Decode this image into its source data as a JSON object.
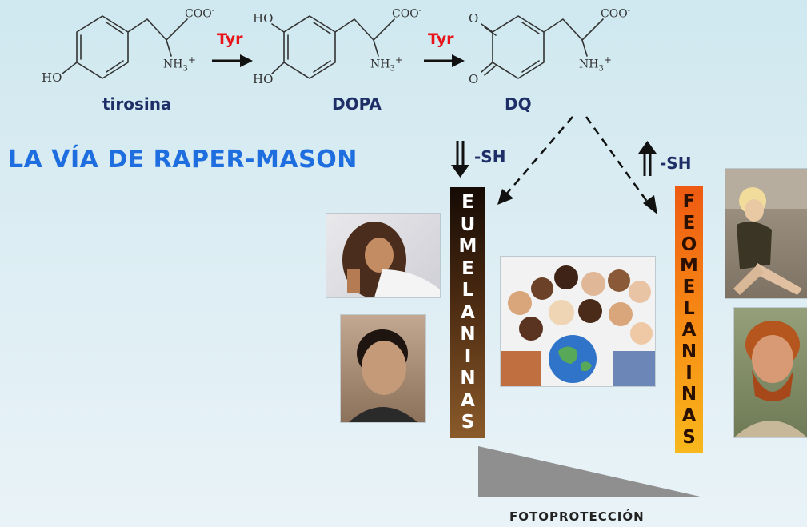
{
  "compounds": {
    "tirosina": {
      "name": "tirosina",
      "ho": "HO",
      "coo": "COO",
      "charge_minus": "-",
      "nh": "NH",
      "sub3": "3",
      "plus": "+"
    },
    "dopa": {
      "name": "DOPA",
      "ho_top": "HO",
      "ho_bottom": "HO",
      "coo": "COO",
      "charge_minus": "-",
      "nh": "NH",
      "sub3": "3",
      "plus": "+"
    },
    "dq": {
      "name": "DQ",
      "o_top": "O",
      "o_bottom": "O",
      "coo": "COO",
      "charge_minus": "-",
      "nh": "NH",
      "sub3": "3",
      "plus": "+"
    }
  },
  "enzymes": {
    "step1": "Tyr",
    "step2": "Tyr"
  },
  "pathway_title": "LA VÍA DE RAPER-MASON",
  "branches": {
    "eumelanin_sh": "-SH",
    "pheomelanin_sh": "-SH"
  },
  "eumelaninas": [
    "E",
    "U",
    "M",
    "E",
    "L",
    "A",
    "N",
    "I",
    "N",
    "A",
    "S"
  ],
  "feomelaninas": [
    "F",
    "E",
    "O",
    "M",
    "E",
    "L",
    "A",
    "N",
    "I",
    "N",
    "A",
    "S"
  ],
  "fotoproteccion": "FOTOPROTECCIÓN",
  "colors": {
    "enzyme": "#e8141a",
    "compound_label": "#1d2f66",
    "title": "#1f6ee0",
    "eumelanin_dark": "#150a04",
    "pheomelanin_orange": "#f78a14"
  }
}
